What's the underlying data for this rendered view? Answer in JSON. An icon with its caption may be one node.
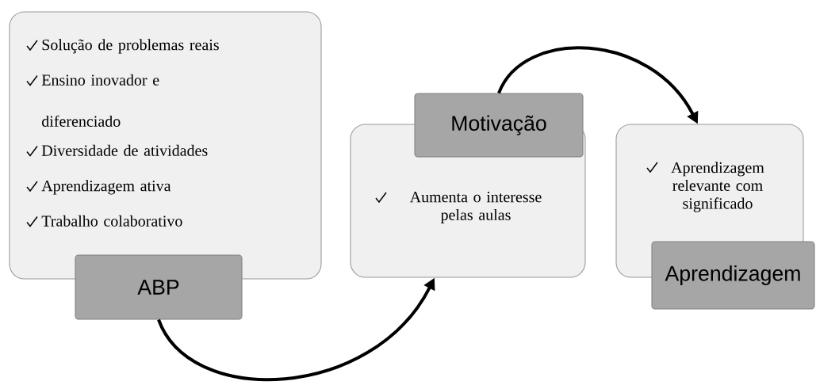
{
  "diagram": {
    "nodes": [
      {
        "text": [
          "Solução de problemas reais",
          "Ensino inovador e diferenciado",
          "Diversidade de atividades",
          "Aprendizagem ativa",
          "Trabalho colaborativo"
        ]
      },
      {
        "text": [
          "ABP"
        ]
      },
      {
        "text": [
          "Aumenta o interesse pelas aulas"
        ]
      },
      {
        "text": [
          "Motivação"
        ]
      },
      {
        "text": [
          "Aprendizagem relevante com significado"
        ]
      },
      {
        "text": [
          "Aprendizagem"
        ]
      }
    ],
    "edges": [
      {
        "from": 1,
        "to": 2,
        "arrow": "to"
      },
      {
        "from": 3,
        "to": 4,
        "arrow": "to"
      }
    ]
  }
}
